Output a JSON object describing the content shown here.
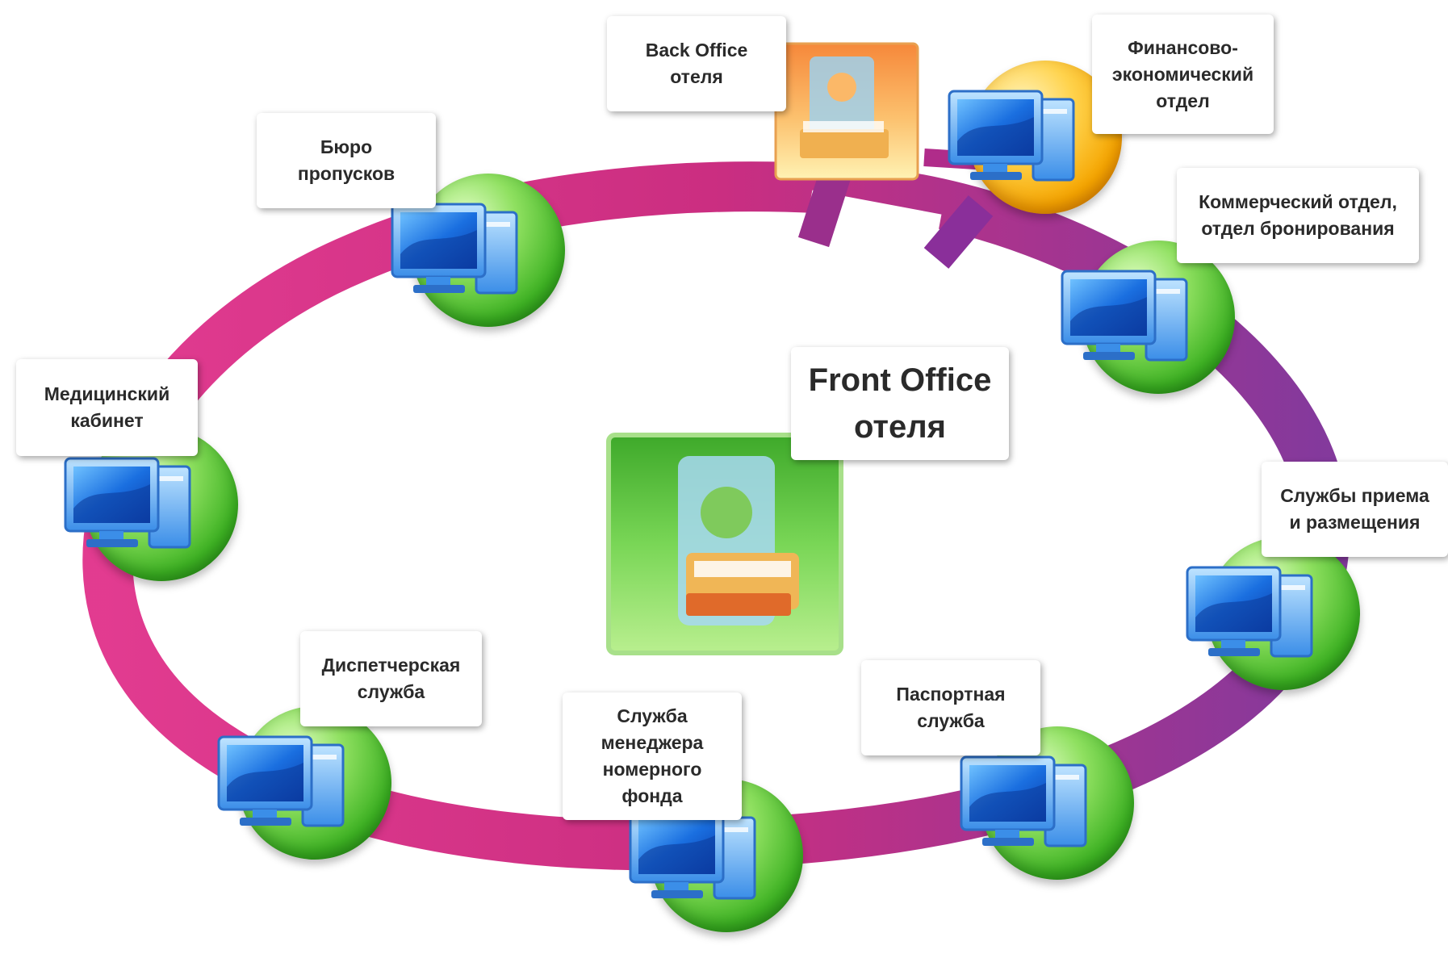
{
  "center": {
    "title_line1": "Front Office",
    "title_line2": "отеля"
  },
  "back_office": {
    "line1": "Back Office",
    "line2": "отеля"
  },
  "departments": [
    {
      "line1": "Бюро",
      "line2": "пропусков"
    },
    {
      "line1": "Медицинский",
      "line2": "кабинет"
    },
    {
      "line1": "Диспетчерская",
      "line2": "служба"
    },
    {
      "line1": "Служба",
      "line2": "менеджера",
      "line3": "номерного",
      "line4": "фонда"
    },
    {
      "line1": "Паспортная",
      "line2": "служба"
    },
    {
      "line1": "Службы приема",
      "line2": "и размещения"
    },
    {
      "line1": "Коммерческий отдел,",
      "line2": "отдел бронирования"
    },
    {
      "line1": "Финансово-",
      "line2": "экономический",
      "line3": "отдел"
    }
  ],
  "icons": {
    "node_icon": "computer-icon",
    "tile_icon": "hotel-room-icon"
  },
  "colors": {
    "ring_magenta": "#c8237a",
    "ring_purple": "#8a2f9a",
    "node_green": "#3fb324",
    "node_gold": "#f5a500",
    "center_tile": "#5cc63b",
    "back_office_tile": "#f9a84a"
  }
}
